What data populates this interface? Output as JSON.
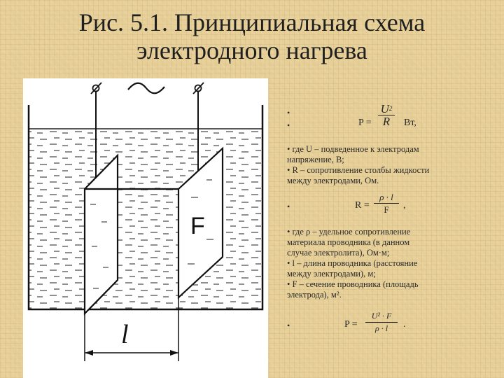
{
  "title": {
    "line1": "Рис. 5.1. Принципиальная схема",
    "line2": "электродного нагрева"
  },
  "diagram": {
    "label_F": "F",
    "label_l": "l",
    "symbol_ac": "~"
  },
  "formula1": {
    "lhs": "P =",
    "num": "U",
    "num_sup": "2",
    "den": "R",
    "unit": "Вт,"
  },
  "defs1": {
    "line1": "• где U – подведенное к электродам",
    "line2": "напряжение, В;",
    "line3": "• R – сопротивление столбы жидкости",
    "line4": "между электродами, Ом."
  },
  "formula2": {
    "lhs": "R =",
    "num": "ρ · l",
    "den": "F",
    "trail": ","
  },
  "defs2": {
    "line1": "• где ρ – удельное сопротивление",
    "line2": "материала проводника (в данном",
    "line3": "случае электролита), Ом·м;",
    "line4": "• l – длина проводника (расстояние",
    "line5": "между электродами), м;",
    "line6": "• F – сечение проводника (площадь",
    "line7": "электрода), м².",
    "line4_symbol": "l"
  },
  "formula3": {
    "lhs": "P =",
    "num": "U² · F",
    "den": "ρ · l",
    "trail": "."
  },
  "bullets": [
    "•",
    "•",
    "•",
    "•"
  ]
}
